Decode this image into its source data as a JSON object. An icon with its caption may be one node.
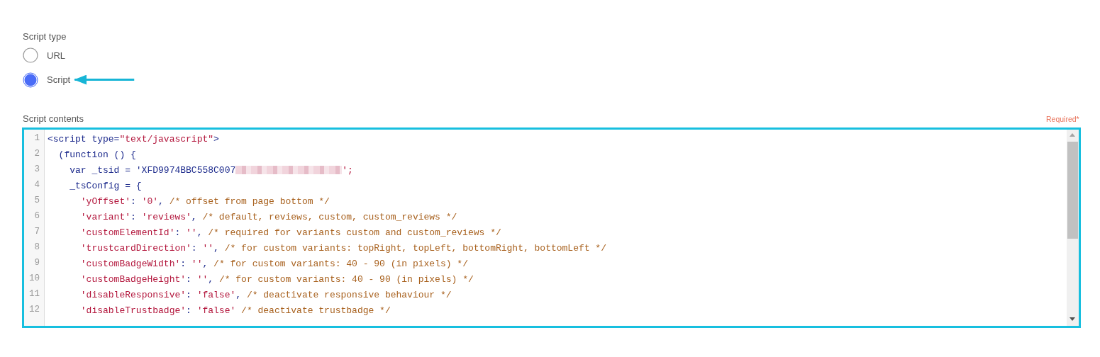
{
  "diagram": {
    "nodes": [
      {
        "text": [
          "URL"
        ]
      },
      {
        "text": [
          "Script"
        ]
      }
    ],
    "edges": [
      {
        "from": null,
        "to": 1,
        "arrow": "to",
        "color": "#17b5d6"
      }
    ],
    "labels": [
      "Script type",
      "Script contents",
      "Required*",
      "1",
      "<script type=\"text/javascript\">",
      "2",
      "  (function () {",
      "3",
      "    var _tsid = 'XFD9974BBC558C007",
      "';",
      "4",
      "    _tsConfig = {",
      "5",
      "      'yOffset': '0', /* offset from page bottom */",
      "6",
      "      'variant': 'reviews', /* default, reviews, custom, custom_reviews */",
      "7",
      "      'customElementId': '', /* required for variants custom and custom_reviews */",
      "8",
      "      'trustcardDirection': '', /* for custom variants: topRight, topLeft, bottomRight, bottomLeft */",
      "9",
      "      'customBadgeWidth': '', /* for custom variants: 40 - 90 (in pixels) */",
      "10",
      "      'customBadgeHeight': '', /* for custom variants: 40 - 90 (in pixels) */",
      "11",
      "      'disableResponsive': 'false', /* deactivate responsive behaviour */",
      "12",
      "      'disableTrustbadge': 'false' /* deactivate trustbadge */"
    ]
  }
}
